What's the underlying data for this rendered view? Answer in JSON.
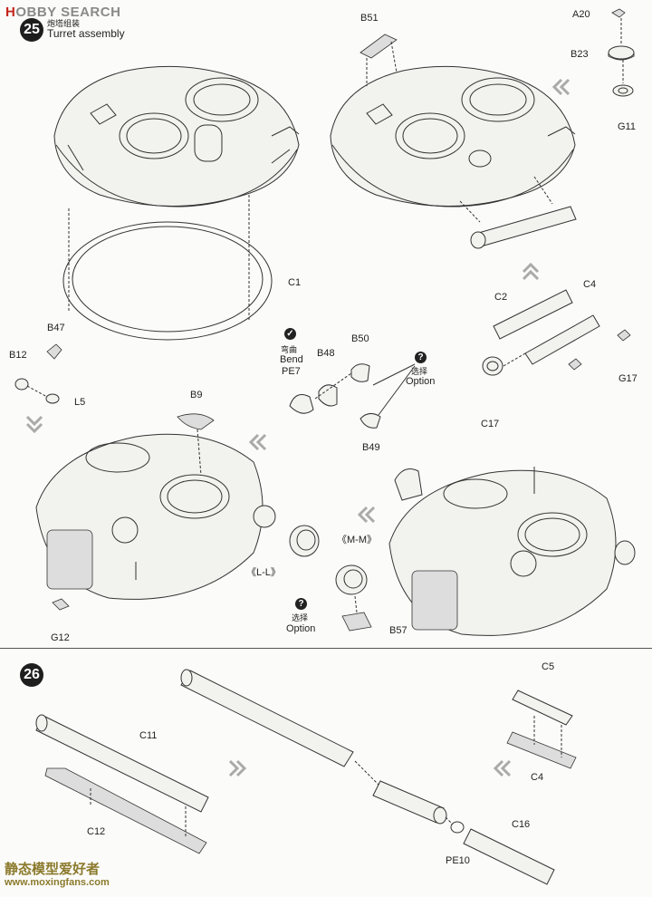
{
  "watermark_top": {
    "prefix": "H",
    "rest": "OBBY SEARCH"
  },
  "watermark_bottom": {
    "line1": "静态模型爱好者",
    "line2": "www.moxingfans.com"
  },
  "step25": {
    "number": "25",
    "title_cn": "炮塔组装",
    "title_en": "Turret assembly"
  },
  "step26": {
    "number": "26"
  },
  "options": {
    "cn": "选择",
    "en": "Option",
    "icon": "?",
    "bend_icon": "✓",
    "bend_cn": "弯曲",
    "bend_en": "Bend"
  },
  "callouts": {
    "L_L": "《L-L》",
    "M_M": "《M-M》"
  },
  "parts": {
    "B51": "B51",
    "A20": "A20",
    "B23": "B23",
    "G11": "G11",
    "C1": "C1",
    "B47": "B47",
    "B12": "B12",
    "L5": "L5",
    "PE7": "PE7",
    "B48": "B48",
    "B50": "B50",
    "B49": "B49",
    "C2": "C2",
    "C4": "C4",
    "G17": "G17",
    "C17": "C17",
    "B9": "B9",
    "G12": "G12",
    "B57": "B57",
    "C5": "C5",
    "C4b": "C4",
    "C11": "C11",
    "C12": "C12",
    "C16": "C16",
    "PE10": "PE10"
  }
}
